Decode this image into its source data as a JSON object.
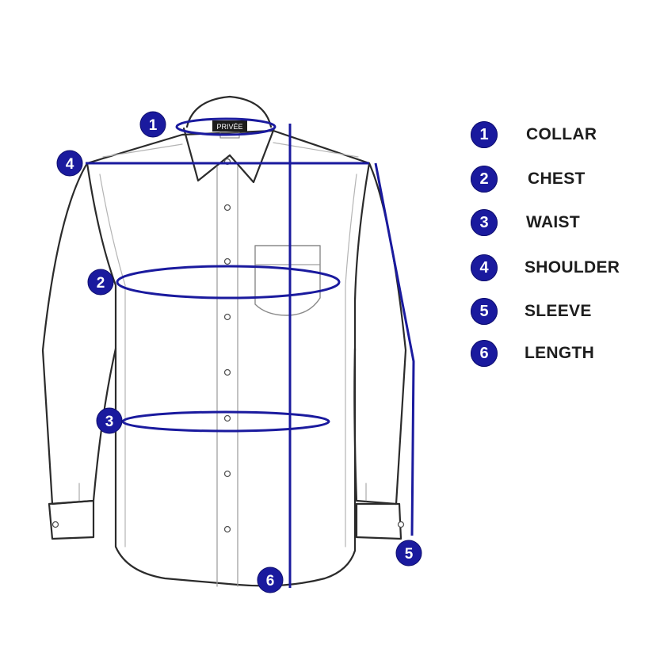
{
  "brand_tag": "PRIVÉE",
  "accent_color": "#1a1a9e",
  "outline_color": "#2b2b2b",
  "markers": [
    {
      "number": "1",
      "label": "COLLAR"
    },
    {
      "number": "2",
      "label": "CHEST"
    },
    {
      "number": "3",
      "label": "WAIST"
    },
    {
      "number": "4",
      "label": "SHOULDER"
    },
    {
      "number": "5",
      "label": "SLEEVE"
    },
    {
      "number": "6",
      "label": "LENGTH"
    }
  ]
}
